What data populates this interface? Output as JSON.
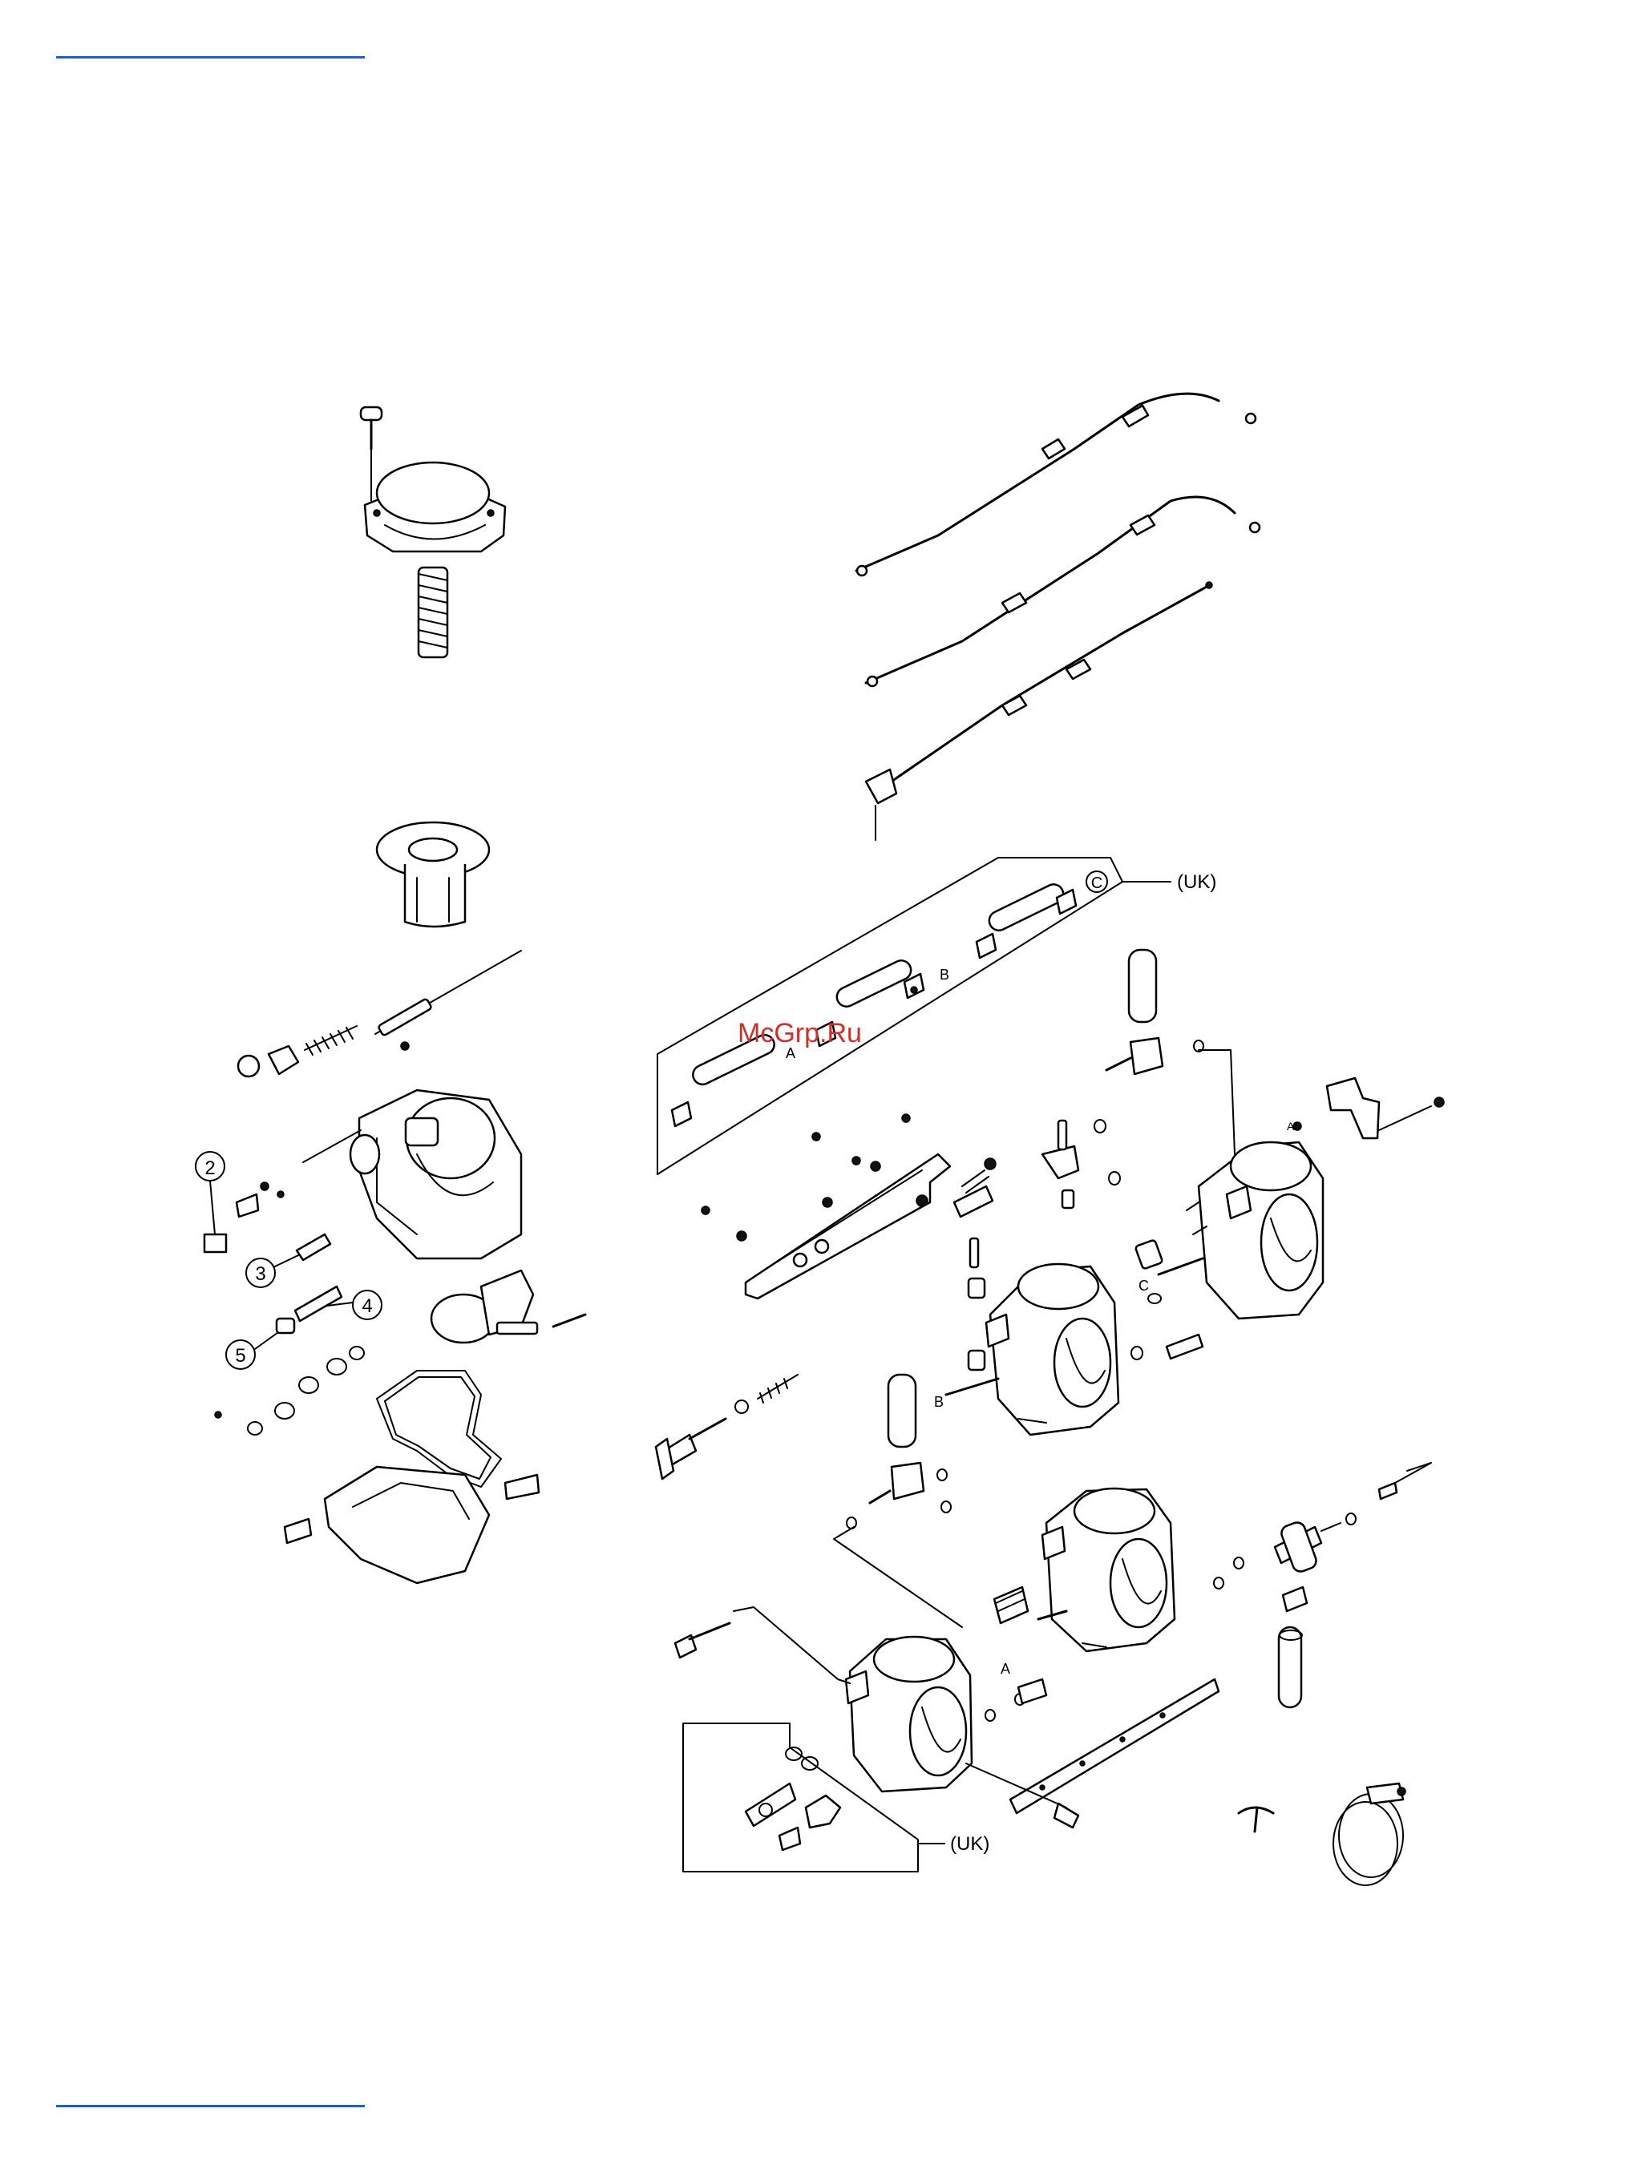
{
  "header": {
    "rule_color": "#1e5fd6"
  },
  "diagram": {
    "watermark": "McGrp.Ru",
    "group_labels": {
      "uk_top": "(UK)",
      "uk_bottom": "(UK)"
    },
    "callouts": {
      "n2": "2",
      "n3": "3",
      "n4": "4",
      "n5": "5"
    },
    "letters": {
      "a": "A",
      "b_hose": "B",
      "c_hose": "C",
      "b_carb": "B",
      "c_carb": "C",
      "a_carb": "A"
    }
  },
  "footer": {
    "rule_color": "#1e5fd6"
  }
}
